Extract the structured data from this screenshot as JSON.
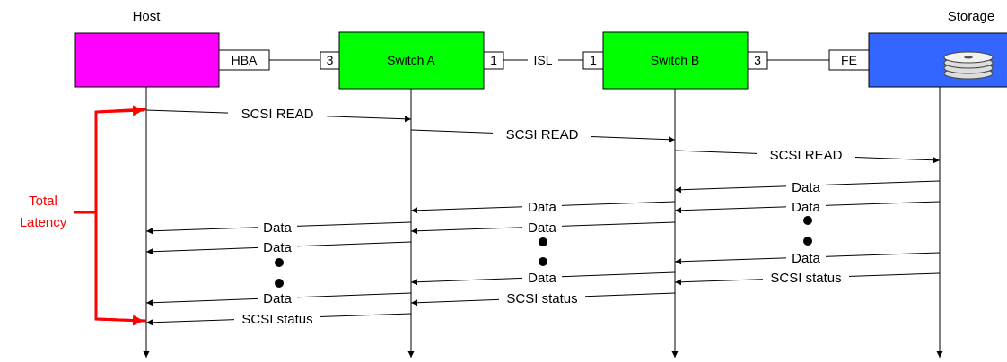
{
  "nodes": {
    "host": {
      "label": "Host",
      "color": "#ff00ff"
    },
    "switch_a": {
      "label": "Switch A",
      "color": "#00ff00"
    },
    "switch_b": {
      "label": "Switch B",
      "color": "#00ff00"
    },
    "storage": {
      "label": "Storage",
      "color": "#3366ff",
      "icon": "disk-stack-icon"
    }
  },
  "ports": {
    "hba": "HBA",
    "sw_a_left": "3",
    "sw_a_right": "1",
    "isl": "ISL",
    "sw_b_left": "1",
    "sw_b_right": "3",
    "fe": "FE"
  },
  "latency": {
    "label_line1": "Total",
    "label_line2": "Latency",
    "color": "#ff0000"
  },
  "messages": {
    "read_1": "SCSI READ",
    "read_2": "SCSI READ",
    "read_3": "SCSI READ",
    "sb_data_1": "Data",
    "sb_data_2": "Data",
    "sb_data_3": "Data",
    "sb_status": "SCSI status",
    "ba_data_1": "Data",
    "ba_data_2": "Data",
    "ba_data_3": "Data",
    "ba_status": "SCSI status",
    "ah_data_1": "Data",
    "ah_data_2": "Data",
    "ah_data_3": "Data",
    "ah_status": "SCSI status"
  }
}
